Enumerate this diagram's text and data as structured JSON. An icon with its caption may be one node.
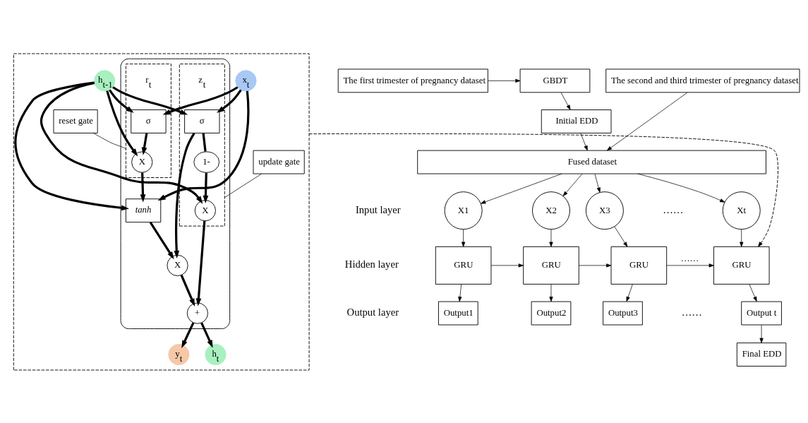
{
  "diagram": {
    "nodes": [
      {
        "text": [
          "The first trimester of pregnancy dataset"
        ]
      },
      {
        "text": [
          "GBDT"
        ]
      },
      {
        "text": [
          "The second and third trimester of pregnancy dataset"
        ]
      },
      {
        "text": [
          "Initial EDD"
        ]
      },
      {
        "text": [
          "Fused dataset"
        ]
      },
      {
        "text": [
          "X1"
        ]
      },
      {
        "text": [
          "X2"
        ]
      },
      {
        "text": [
          "X3"
        ]
      },
      {
        "text": [
          "Xt"
        ]
      },
      {
        "text": [
          "GRU"
        ]
      },
      {
        "text": [
          "GRU"
        ]
      },
      {
        "text": [
          "GRU"
        ]
      },
      {
        "text": [
          "GRU"
        ]
      },
      {
        "text": [
          "Output1"
        ]
      },
      {
        "text": [
          "Output2"
        ]
      },
      {
        "text": [
          "Output3"
        ]
      },
      {
        "text": [
          "Output t"
        ]
      },
      {
        "text": [
          "Final EDD"
        ]
      },
      {
        "text": [],
        "shape": "box"
      },
      {
        "text": [
          "reset gate"
        ],
        "in": 18
      },
      {
        "text": [
          "update gate"
        ],
        "in": 18
      },
      {
        "text": [
          "h$_{t-1}$"
        ],
        "in": 18
      },
      {
        "text": [
          "h$_{t}$"
        ],
        "in": 18
      },
      {
        "text": [
          "y$_{t}$"
        ],
        "in": 18
      },
      {
        "text": [
          "x$_{t}$"
        ],
        "in": 18
      },
      {
        "text": [],
        "shape": "box",
        "in": 18
      },
      {
        "text": [],
        "shape": "box",
        "in": 25
      },
      {
        "text": [],
        "shape": "box",
        "in": 25
      },
      {
        "text": [
          "X"
        ],
        "in": 26
      },
      {
        "text": [
          "σ"
        ],
        "in": 26,
        "beside": [
          "r$_{t}$"
        ]
      },
      {
        "text": [
          "X"
        ],
        "in": 27
      },
      {
        "text": [
          "1-"
        ],
        "in": 27
      },
      {
        "text": [
          "σ"
        ],
        "in": 27,
        "beside": [
          "z$_{t}$"
        ]
      },
      {
        "text": [
          "+"
        ],
        "in": 25
      },
      {
        "text": [
          "X"
        ],
        "in": 25
      },
      {
        "text": [
          "tanh"
        ],
        "in": 25
      }
    ],
    "edges": [
      {
        "from": 0,
        "to": 1,
        "arrow": "to"
      },
      {
        "from": 1,
        "to": 3,
        "arrow": "to"
      },
      {
        "from": 3,
        "to": 4,
        "arrow": "to"
      },
      {
        "from": 2,
        "to": 4,
        "arrow": "to"
      },
      {
        "from": 4,
        "to": 5,
        "arrow": "to"
      },
      {
        "from": 4,
        "to": 6,
        "arrow": "to"
      },
      {
        "from": 4,
        "to": 7,
        "arrow": "to"
      },
      {
        "from": 4,
        "to": 8,
        "arrow": "to"
      },
      {
        "from": 5,
        "to": 9,
        "arrow": "to"
      },
      {
        "from": 6,
        "to": 10,
        "arrow": "to"
      },
      {
        "from": 7,
        "to": 11,
        "arrow": "to"
      },
      {
        "from": 8,
        "to": 12,
        "arrow": "to"
      },
      {
        "from": 9,
        "to": 10,
        "arrow": "to"
      },
      {
        "from": 10,
        "to": 11,
        "arrow": "to"
      },
      {
        "from": 11,
        "to": 12,
        "arrow": "to",
        "label": "……"
      },
      {
        "from": 9,
        "to": 13,
        "arrow": "to"
      },
      {
        "from": 10,
        "to": 14,
        "arrow": "to"
      },
      {
        "from": 11,
        "to": 15,
        "arrow": "to"
      },
      {
        "from": 12,
        "to": 16,
        "arrow": "to"
      },
      {
        "from": 16,
        "to": 17,
        "arrow": "to"
      },
      {
        "from": 18,
        "to": 12,
        "arrow": "to",
        "style": "dashed"
      },
      {
        "from": 19,
        "to": 26,
        "arrow": "none"
      },
      {
        "from": 20,
        "to": 27,
        "arrow": "none"
      },
      {
        "from": 21,
        "to": 30,
        "arrow": "to",
        "style": "thick"
      },
      {
        "from": 21,
        "to": 28,
        "arrow": "to",
        "style": "thick"
      },
      {
        "from": 21,
        "to": 29,
        "arrow": "to",
        "style": "thick"
      },
      {
        "from": 21,
        "to": 32,
        "arrow": "to",
        "style": "thick"
      },
      {
        "from": 21,
        "to": 35,
        "arrow": "to",
        "style": "thick"
      },
      {
        "from": 24,
        "to": 29,
        "arrow": "to",
        "style": "thick"
      },
      {
        "from": 24,
        "to": 32,
        "arrow": "to",
        "style": "thick"
      },
      {
        "from": 24,
        "to": 35,
        "arrow": "to",
        "style": "thick"
      },
      {
        "from": 29,
        "to": 28,
        "arrow": "to",
        "style": "thick"
      },
      {
        "from": 28,
        "to": 35,
        "arrow": "to",
        "style": "thick"
      },
      {
        "from": 32,
        "to": 31,
        "arrow": "none",
        "style": "thick"
      },
      {
        "from": 31,
        "to": 30,
        "arrow": "to",
        "style": "thick"
      },
      {
        "from": 32,
        "to": 34,
        "arrow": "to",
        "style": "thick"
      },
      {
        "from": 35,
        "to": 34,
        "arrow": "to",
        "style": "thick"
      },
      {
        "from": 30,
        "to": 33,
        "arrow": "to",
        "style": "thick"
      },
      {
        "from": 34,
        "to": 33,
        "arrow": "to",
        "style": "thick"
      },
      {
        "from": 33,
        "to": 23,
        "arrow": "to",
        "style": "thick"
      },
      {
        "from": 33,
        "to": 22,
        "arrow": "to",
        "style": "thick"
      }
    ],
    "labels": [
      "Input layer",
      "……",
      "Hidden layer",
      "Output layer",
      "……"
    ]
  }
}
